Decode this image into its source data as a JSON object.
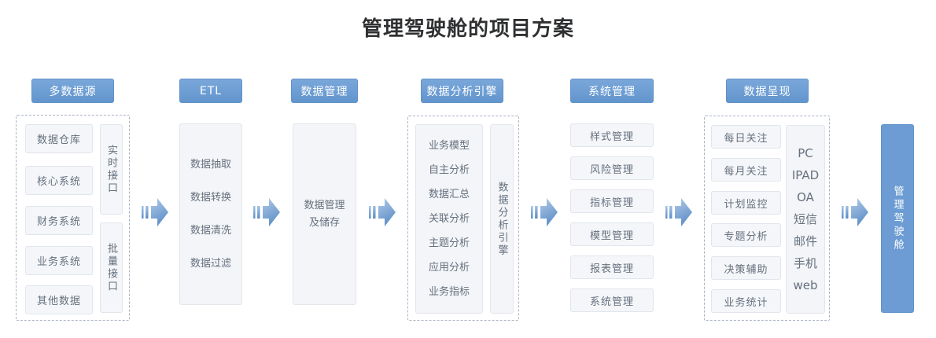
{
  "title": "管理驾驶舱的项目方案",
  "colors": {
    "accent_blue": "#6c9cd3",
    "accent_border": "#6191c8",
    "box_background": "#f4f6f9",
    "box_border": "#e1e5ec",
    "dashed_border": "#a9b3c2",
    "body_text": "#66707e",
    "title_text": "#2f3032",
    "arrow_gradient_start": "#b3cbe8",
    "arrow_gradient_end": "#6090c8"
  },
  "stage1": {
    "header": "多数据源",
    "sources": [
      "数据仓库",
      "核心系统",
      "财务系统",
      "业务系统",
      "其他数据"
    ],
    "interfaces": [
      "实时接口",
      "批量接口"
    ]
  },
  "stage2": {
    "header": "ETL",
    "steps": [
      "数据抽取",
      "数据转换",
      "数据清洗",
      "数据过滤"
    ]
  },
  "stage3": {
    "header": "数据管理",
    "label_line1": "数据管理",
    "label_line2": "及储存"
  },
  "stage4": {
    "header": "数据分析引擎",
    "functions": [
      "业务模型",
      "自主分析",
      "数据汇总",
      "关联分析",
      "主题分析",
      "应用分析",
      "业务指标"
    ],
    "side_label": "数据分析引擎"
  },
  "stage5": {
    "header": "系统管理",
    "modules": [
      "样式管理",
      "风险管理",
      "指标管理",
      "模型管理",
      "报表管理",
      "系统管理"
    ]
  },
  "stage6": {
    "header": "数据呈现",
    "views": [
      "每日关注",
      "每月关注",
      "计划监控",
      "专题分析",
      "决策辅助",
      "业务统计"
    ],
    "channels": [
      "PC",
      "IPAD",
      "OA",
      "短信",
      "邮件",
      "手机",
      "web"
    ]
  },
  "final": {
    "label": "管理驾驶舱"
  }
}
